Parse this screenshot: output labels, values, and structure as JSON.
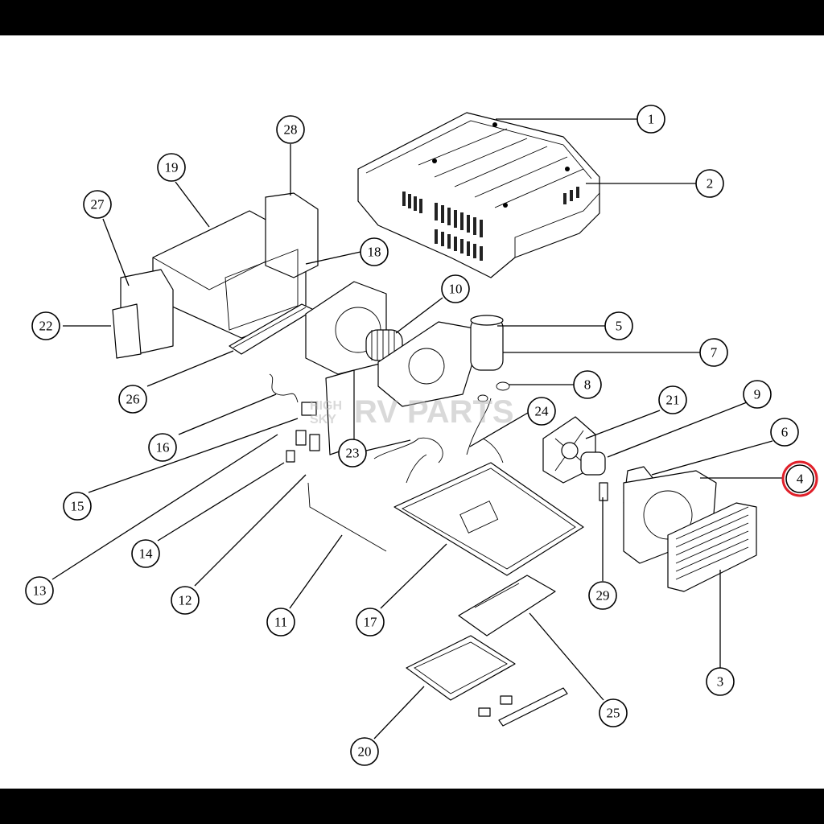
{
  "watermark": {
    "small_line1": "HIGH",
    "small_line2": "SKY",
    "large": "RV PARTS"
  },
  "highlight_color": "#e0202a",
  "callouts": [
    {
      "id": "1",
      "label": "1"
    },
    {
      "id": "2",
      "label": "2"
    },
    {
      "id": "3",
      "label": "3"
    },
    {
      "id": "4",
      "label": "4",
      "highlighted": true
    },
    {
      "id": "5",
      "label": "5"
    },
    {
      "id": "6",
      "label": "6"
    },
    {
      "id": "7",
      "label": "7"
    },
    {
      "id": "8",
      "label": "8"
    },
    {
      "id": "9",
      "label": "9"
    },
    {
      "id": "10",
      "label": "10"
    },
    {
      "id": "11",
      "label": "11"
    },
    {
      "id": "12",
      "label": "12"
    },
    {
      "id": "13",
      "label": "13"
    },
    {
      "id": "14",
      "label": "14"
    },
    {
      "id": "15",
      "label": "15"
    },
    {
      "id": "16",
      "label": "16"
    },
    {
      "id": "17",
      "label": "17"
    },
    {
      "id": "18",
      "label": "18"
    },
    {
      "id": "19",
      "label": "19"
    },
    {
      "id": "20",
      "label": "20"
    },
    {
      "id": "21",
      "label": "21"
    },
    {
      "id": "22",
      "label": "22"
    },
    {
      "id": "23",
      "label": "23"
    },
    {
      "id": "24",
      "label": "24"
    },
    {
      "id": "25",
      "label": "25"
    },
    {
      "id": "26",
      "label": "26"
    },
    {
      "id": "27",
      "label": "27"
    },
    {
      "id": "28",
      "label": "28"
    },
    {
      "id": "29",
      "label": "29"
    }
  ]
}
